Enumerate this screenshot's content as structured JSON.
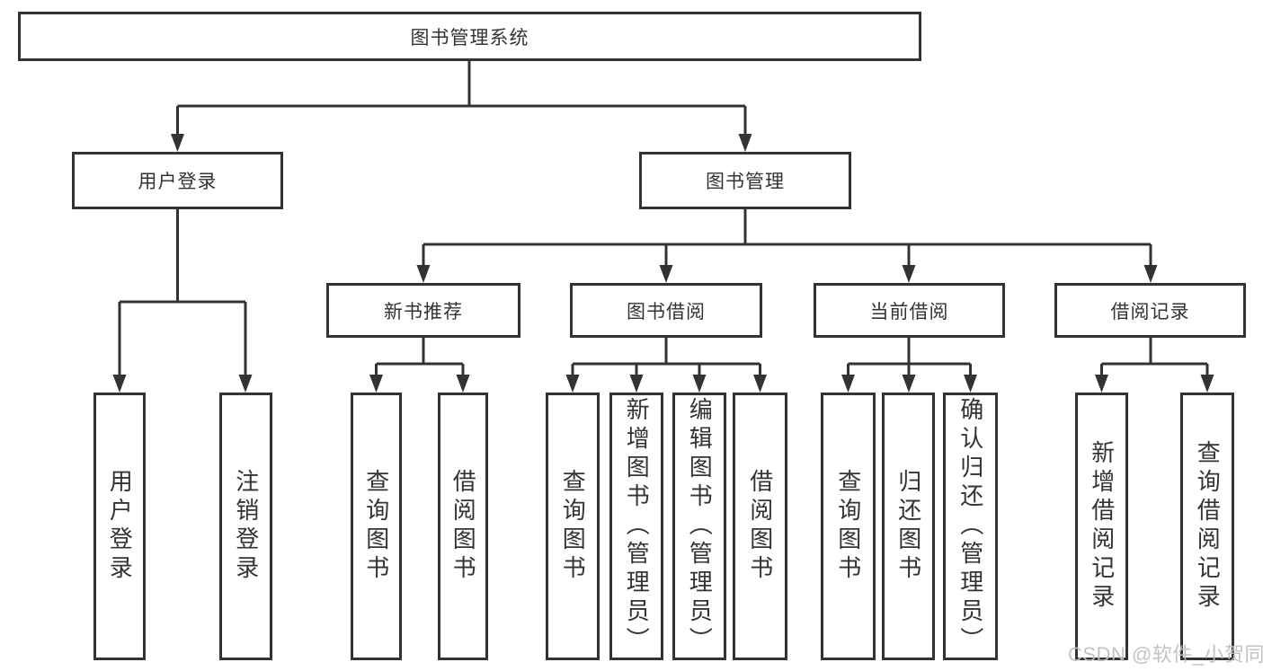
{
  "diagram_type": "hierarchy-tree",
  "tree": {
    "label": "图书管理系统",
    "children": [
      {
        "label": "用户登录",
        "children": [
          {
            "label": "用户登录"
          },
          {
            "label": "注销登录"
          }
        ]
      },
      {
        "label": "图书管理",
        "children": [
          {
            "label": "新书推荐",
            "children": [
              {
                "label": "查询图书"
              },
              {
                "label": "借阅图书"
              }
            ]
          },
          {
            "label": "图书借阅",
            "children": [
              {
                "label": "查询图书"
              },
              {
                "label": "新增图书（管理员）"
              },
              {
                "label": "编辑图书（管理员）"
              },
              {
                "label": "借阅图书"
              }
            ]
          },
          {
            "label": "当前借阅",
            "children": [
              {
                "label": "查询图书"
              },
              {
                "label": "归还图书"
              },
              {
                "label": "确认归还（管理员）"
              }
            ]
          },
          {
            "label": "借阅记录",
            "children": [
              {
                "label": "新增借阅记录"
              },
              {
                "label": "查询借阅记录"
              }
            ]
          }
        ]
      }
    ]
  },
  "watermark": {
    "text": "CSDN @软件_小贺同学"
  },
  "colors": {
    "line": "#333333",
    "box_border": "#333333",
    "text": "#333333",
    "background": "#ffffff",
    "watermark": "#bebebe"
  }
}
